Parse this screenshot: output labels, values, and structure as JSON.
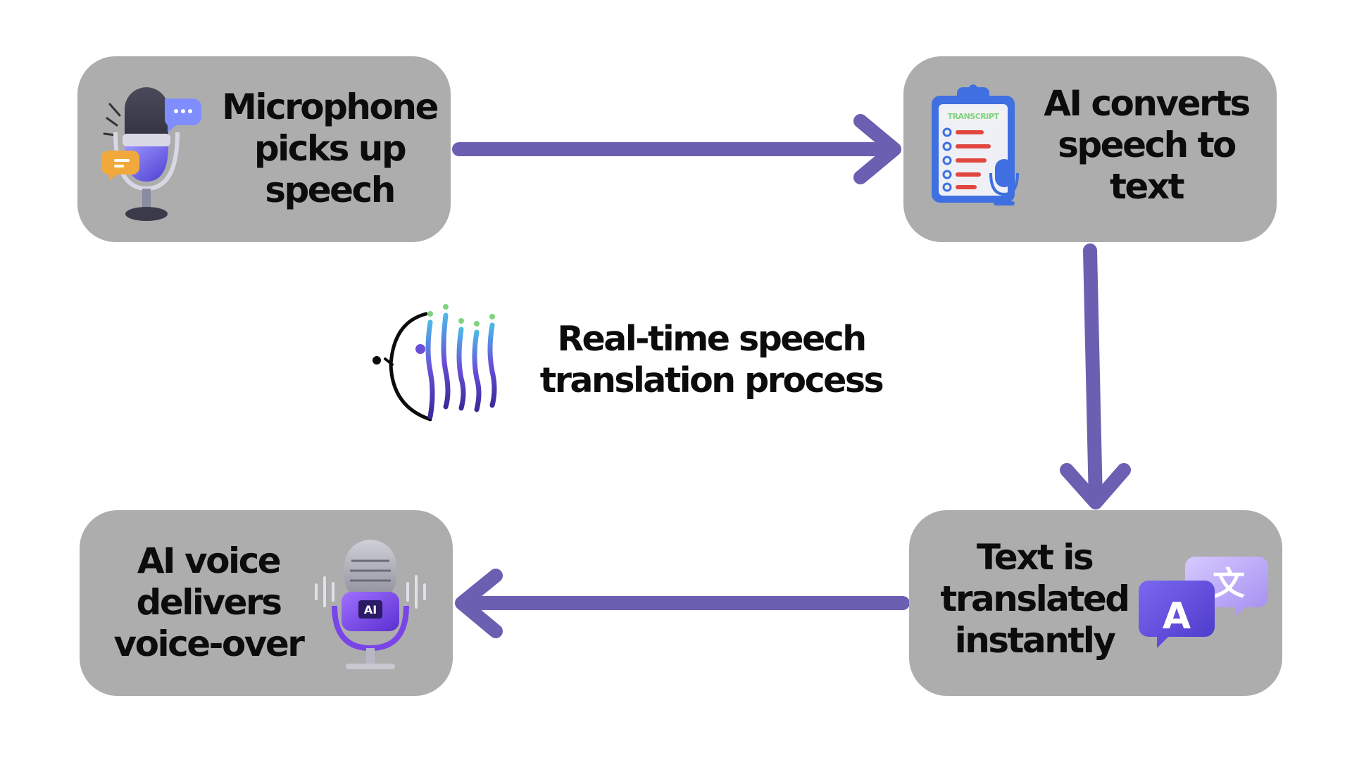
{
  "center": {
    "title_line1": "Real-time speech",
    "title_line2": "translation process",
    "logo_icon": "waveform-face-logo-icon"
  },
  "steps": [
    {
      "id": "microphone",
      "line1": "Microphone",
      "line2": "picks up",
      "line3": "speech",
      "icon": "microphone-icon"
    },
    {
      "id": "convert",
      "line1": "AI converts",
      "line2": "speech to",
      "line3": "text",
      "icon": "transcript-clipboard-icon",
      "icon_label": "TRANSCRIPT"
    },
    {
      "id": "translate",
      "line1": "Text is",
      "line2": "translated",
      "line3": "instantly",
      "icon": "translation-bubbles-icon",
      "icon_label_a": "A",
      "icon_label_b": "文"
    },
    {
      "id": "voice",
      "line1": "AI voice",
      "line2": "delivers",
      "line3": "voice-over",
      "icon": "ai-microphone-icon",
      "icon_label": "AI"
    }
  ],
  "colors": {
    "box": "#adadad",
    "arrow": "#6a5fb1",
    "text": "#0c0c0c"
  }
}
